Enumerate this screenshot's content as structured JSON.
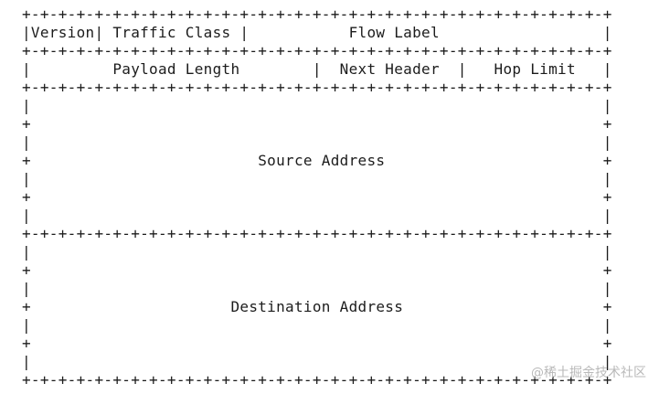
{
  "diagram": {
    "lines": [
      "+-+-+-+-+-+-+-+-+-+-+-+-+-+-+-+-+-+-+-+-+-+-+-+-+-+-+-+-+-+-+-+-+",
      "|Version| Traffic Class |           Flow Label                  |",
      "+-+-+-+-+-+-+-+-+-+-+-+-+-+-+-+-+-+-+-+-+-+-+-+-+-+-+-+-+-+-+-+-+",
      "|         Payload Length        |  Next Header  |   Hop Limit   |",
      "+-+-+-+-+-+-+-+-+-+-+-+-+-+-+-+-+-+-+-+-+-+-+-+-+-+-+-+-+-+-+-+-+",
      "|                                                               |",
      "+                                                               +",
      "|                                                               |",
      "+                         Source Address                        +",
      "|                                                               |",
      "+                                                               +",
      "|                                                               |",
      "+-+-+-+-+-+-+-+-+-+-+-+-+-+-+-+-+-+-+-+-+-+-+-+-+-+-+-+-+-+-+-+-+",
      "|                                                               |",
      "+                                                               +",
      "|                                                               |",
      "+                      Destination Address                      +",
      "|                                                               |",
      "+                                                               +",
      "|                                                               |",
      "+-+-+-+-+-+-+-+-+-+-+-+-+-+-+-+-+-+-+-+-+-+-+-+-+-+-+-+-+-+-+-+-+"
    ]
  },
  "watermark": "@稀土掘金技术社区"
}
